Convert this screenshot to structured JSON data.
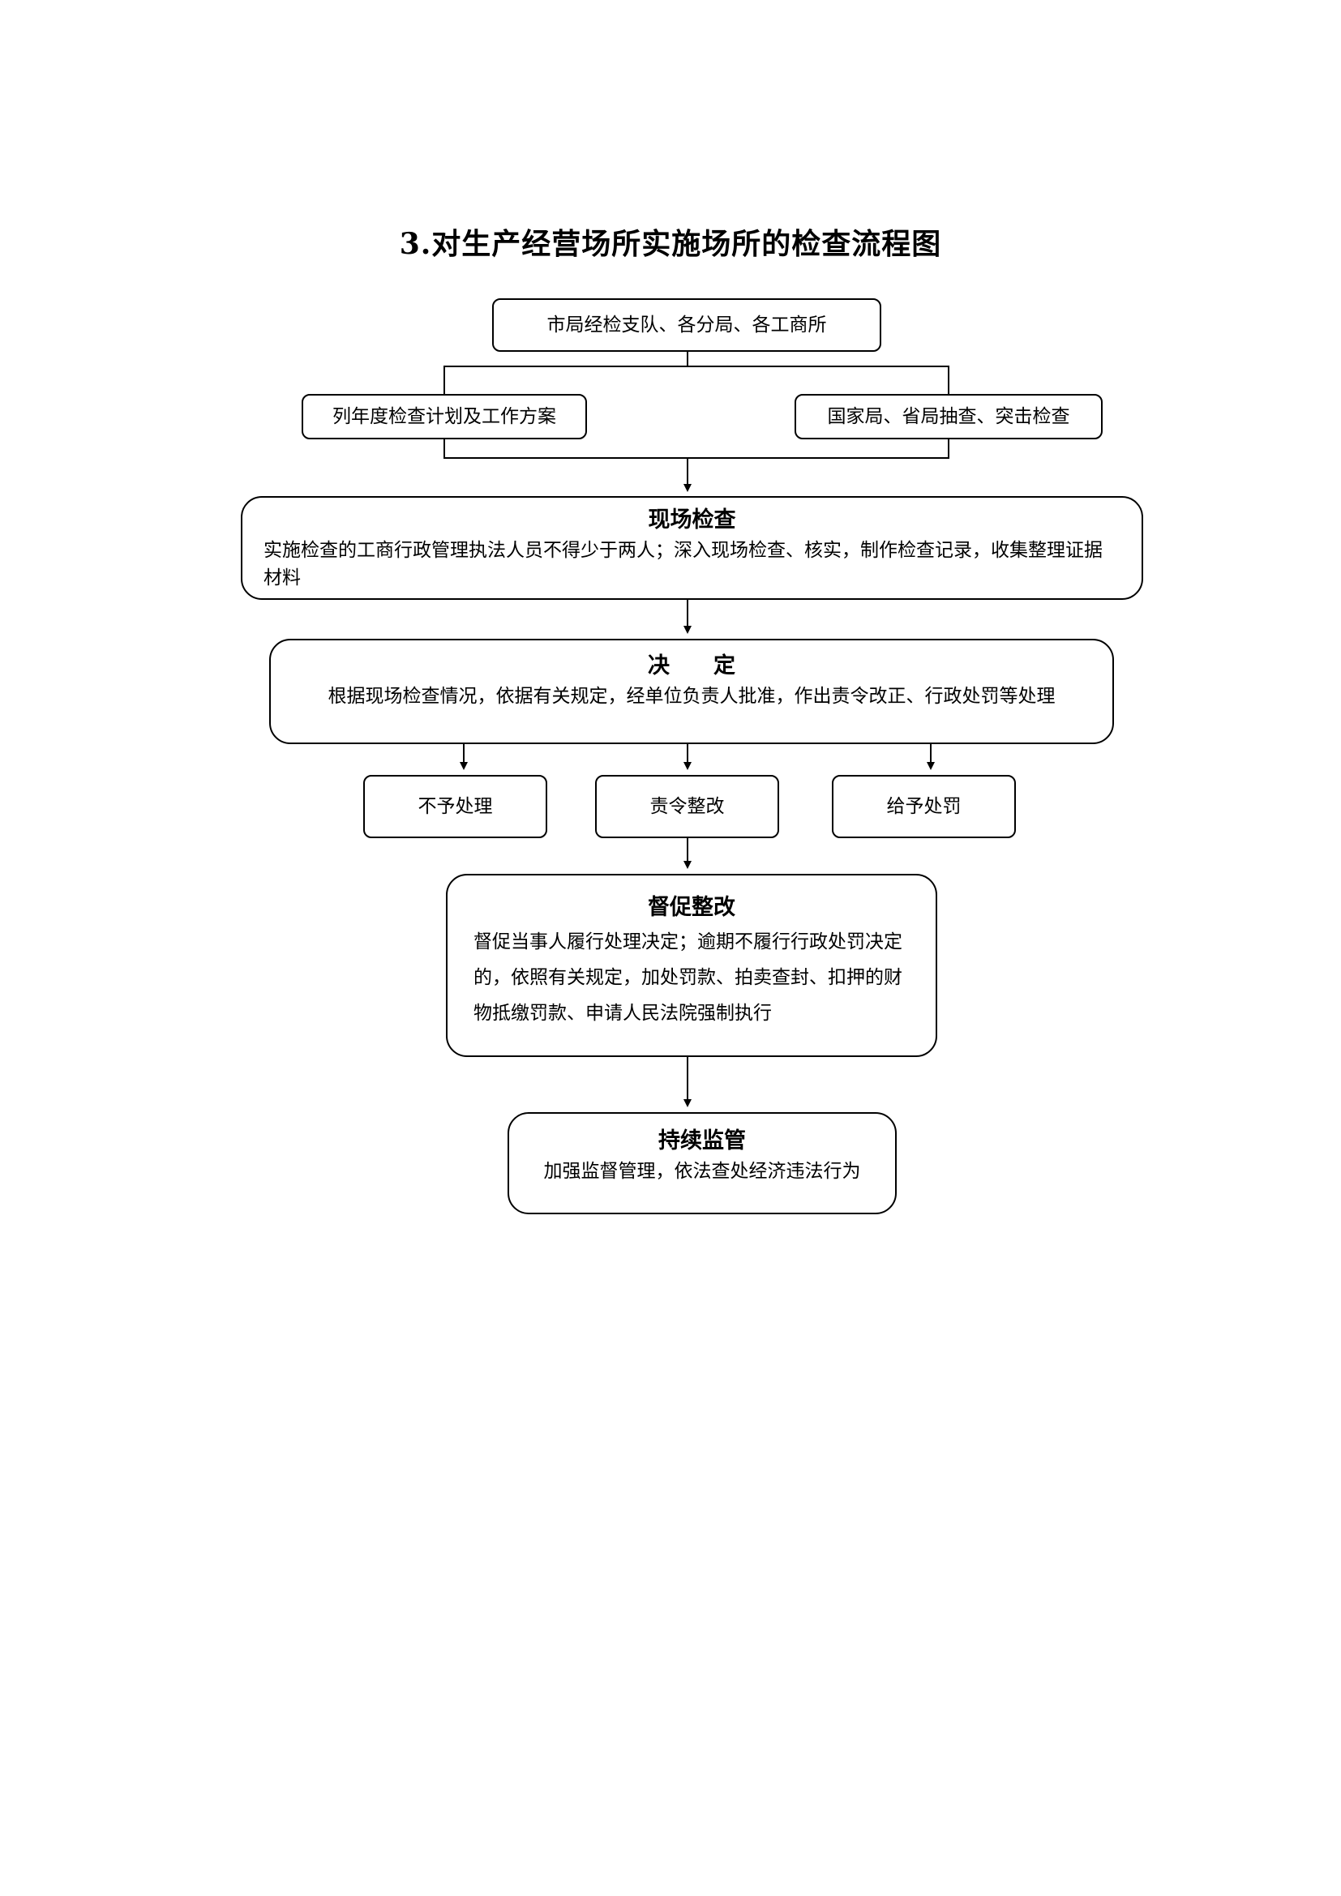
{
  "title": "3.对生产经营场所实施场所的检查流程图",
  "nodes": {
    "top": "市局经检支队、各分局、各工商所",
    "left_source": "列年度检查计划及工作方案",
    "right_source": "国家局、省局抽查、突击检查",
    "inspection": {
      "title": "现场检查",
      "body": "实施检查的工商行政管理执法人员不得少于两人；深入现场检查、核实，制作检查记录，收集整理证据材料"
    },
    "decision": {
      "title": "决　　定",
      "body": "根据现场检查情况，依据有关规定，经单位负责人批准，作出责令改正、行政处罚等处理"
    },
    "outcome_no_action": "不予处理",
    "outcome_rectify": "责令整改",
    "outcome_penalty": "给予处罚",
    "supervise": {
      "title": "督促整改",
      "body": "督促当事人履行处理决定；逾期不履行行政处罚决定的，依照有关规定，加处罚款、拍卖查封、扣押的财物抵缴罚款、申请人民法院强制执行"
    },
    "monitor": {
      "title": "持续监管",
      "body": "加强监督管理，依法查处经济违法行为"
    }
  }
}
